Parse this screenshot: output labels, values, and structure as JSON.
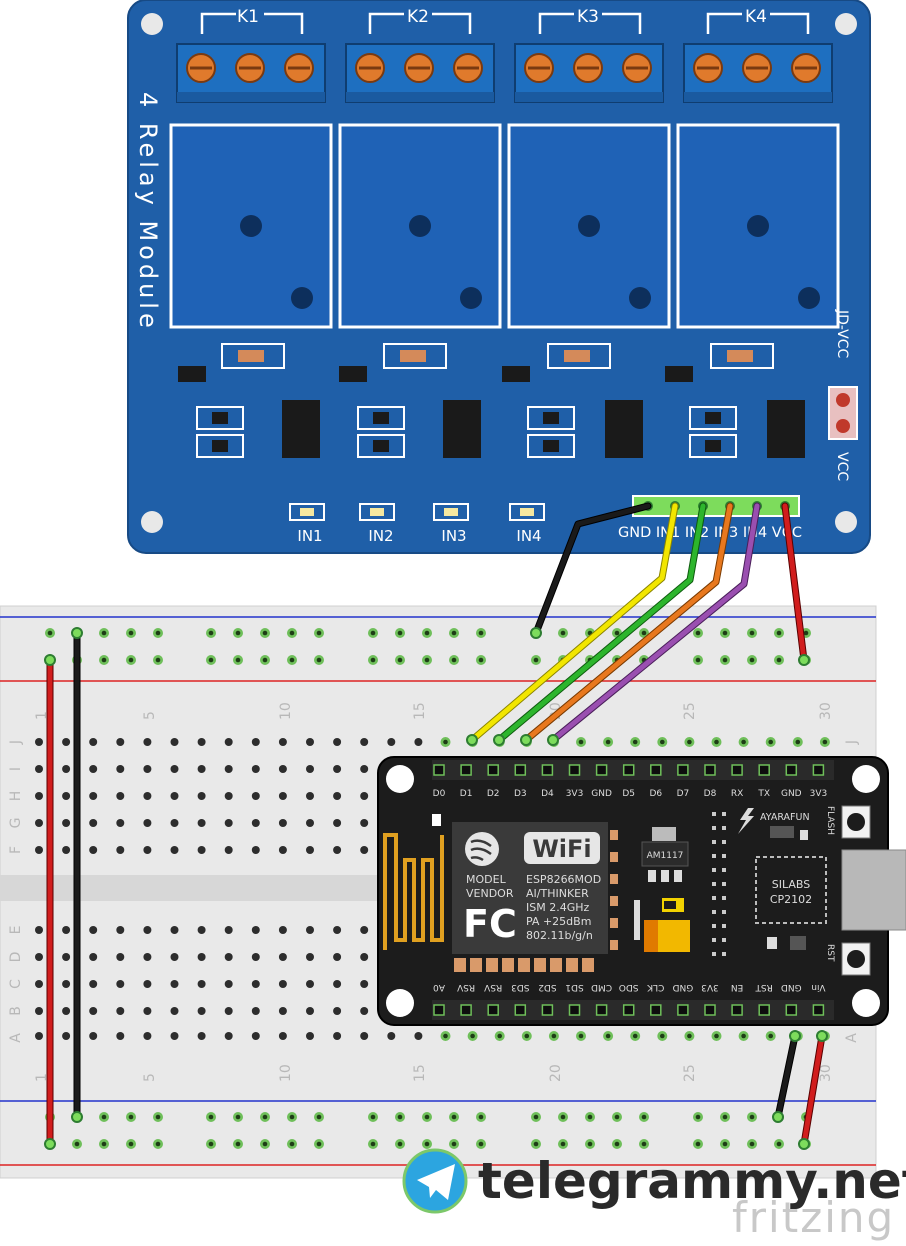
{
  "relay_module": {
    "title": "4 Relay Module",
    "channels": [
      "K1",
      "K2",
      "K3",
      "K4"
    ],
    "input_labels": [
      "IN1",
      "IN2",
      "IN3",
      "IN4"
    ],
    "header_pins": "GND IN1 IN2 IN3 IN4 VCC",
    "jumper_top": "JD-VCC",
    "jumper_bottom": "VCC",
    "board_color": "#1f5fa8"
  },
  "breadboard": {
    "column_numbers": [
      "1",
      "5",
      "10",
      "15",
      "20",
      "25",
      "30"
    ],
    "row_letters_top": [
      "J",
      "I",
      "H",
      "G",
      "F"
    ],
    "row_letters_bottom": [
      "E",
      "D",
      "C",
      "B",
      "A"
    ]
  },
  "nodemcu": {
    "top_pins": [
      "D0",
      "D1",
      "D2",
      "D3",
      "D4",
      "3V3",
      "GND",
      "D5",
      "D6",
      "D7",
      "D8",
      "RX",
      "TX",
      "GND",
      "3V3"
    ],
    "bottom_pins": [
      "A0",
      "RSV",
      "RSV",
      "SD3",
      "SD2",
      "SD1",
      "CMD",
      "SDO",
      "CLK",
      "GND",
      "3V3",
      "EN",
      "RST",
      "GND",
      "Vin"
    ],
    "model_label": "MODEL",
    "vendor_label": "VENDOR",
    "wifi_badge": "WiFi",
    "fcc_logo": "FC",
    "module_lines": [
      "ESP8266MOD",
      "AI/THINKER",
      "ISM 2.4GHz",
      "PA +25dBm",
      "802.11b/g/n"
    ],
    "regulator": "AM1117",
    "brand": "AYARAFUN",
    "usb_chip": [
      "SILABS",
      "CP2102"
    ],
    "flash_button": "FLASH",
    "reset_button": "RST"
  },
  "wire_colors": {
    "gnd": "#1a1a1a",
    "in1": "#f2e600",
    "in2": "#2db52d",
    "in3": "#e8781e",
    "in4": "#9a4fb0",
    "vcc": "#d11d1d"
  },
  "watermark": {
    "site": "telegrammy.net",
    "tool": "fritzing"
  }
}
